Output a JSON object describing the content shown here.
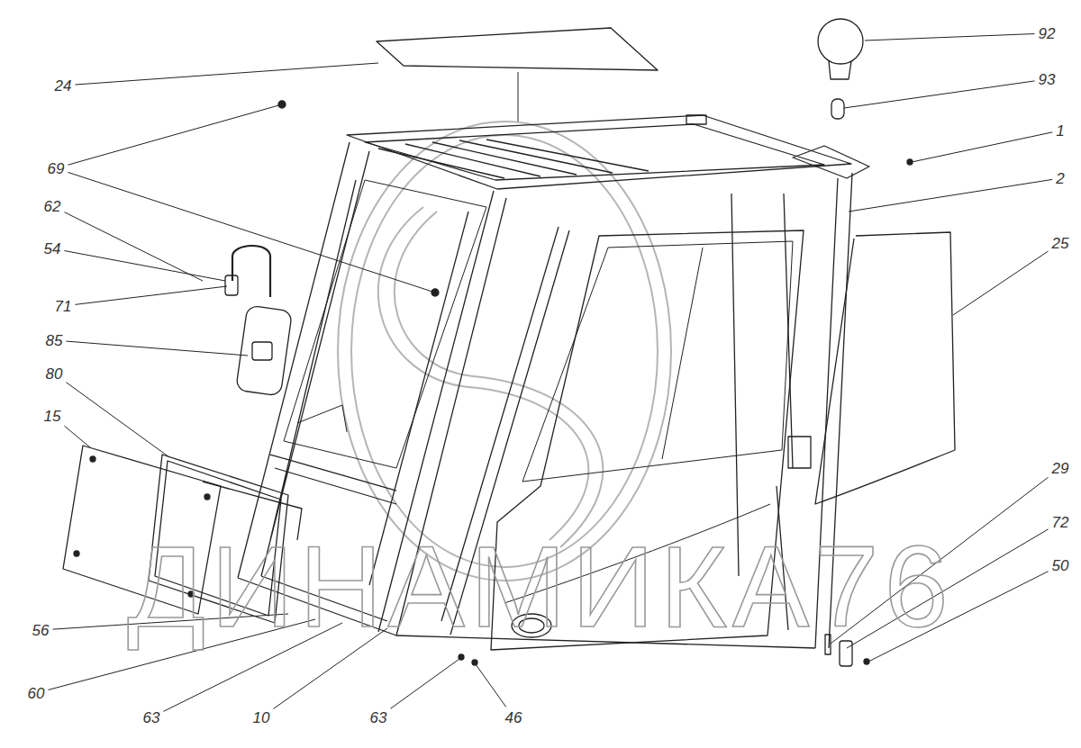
{
  "diagram": {
    "labels": [
      "24",
      "92",
      "93",
      "69",
      "1",
      "2",
      "62",
      "54",
      "71",
      "25",
      "85",
      "80",
      "15",
      "29",
      "72",
      "50",
      "56",
      "60",
      "63",
      "10",
      "63",
      "46",
      "ДИНАМИКА76"
    ]
  }
}
